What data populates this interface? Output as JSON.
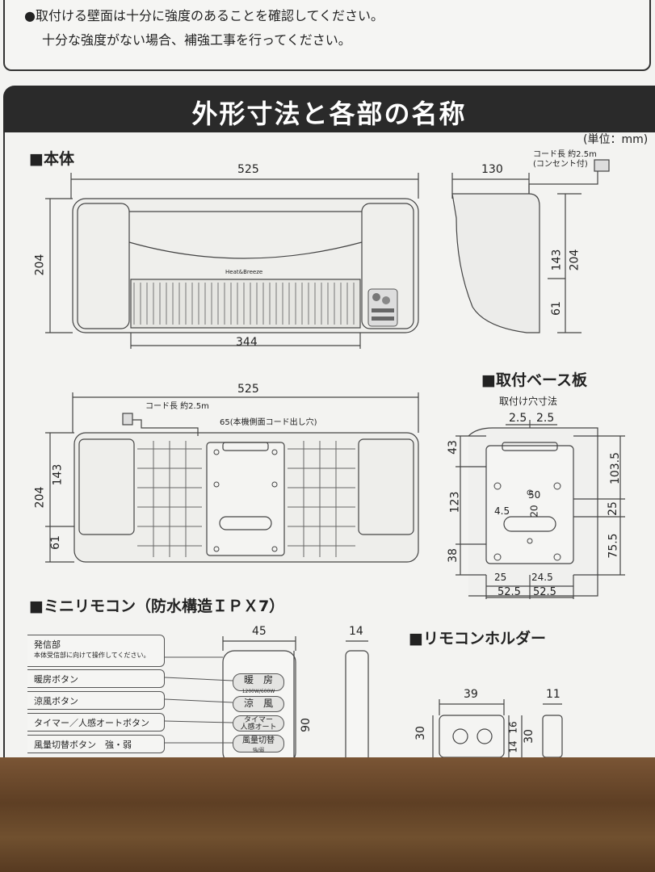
{
  "notice": {
    "line1": "●取付ける壁面は十分に強度のあることを確認してください。",
    "line2": "十分な強度がない場合、補強工事を行ってください。"
  },
  "banner": {
    "title": "外形寸法と各部の名称"
  },
  "unit": "(単位：mm)",
  "main_body": {
    "heading": "■本体",
    "width": "525",
    "height": "204",
    "grille_width": "344",
    "depth": "130",
    "side_upper": "143",
    "side_height": "204",
    "side_lower": "61",
    "cord": "コード長 約2.5m",
    "cord_note": "(コンセント付)",
    "brand": "Heat&Breeze"
  },
  "back_view": {
    "width": "525",
    "cord": "コード長 約2.5m",
    "outlet": "65(本機側面コード出し穴)",
    "upper": "143",
    "height": "204",
    "lower": "61"
  },
  "base_plate": {
    "heading": "■取付ベース板",
    "subheading": "取付け穴寸法",
    "top_left": "2.5",
    "top_right": "2.5",
    "left_top": "43",
    "left_mid": "123",
    "left_bottom": "38",
    "right_top": "103.5",
    "right_mid": "25",
    "right_bottom": "75.5",
    "inner_50": "50",
    "inner_20": "20",
    "inner_45": "4.5",
    "bottom_25": "25",
    "bottom_245": "24.5",
    "bottom_525a": "52.5",
    "bottom_525b": "52.5"
  },
  "remote": {
    "heading": "■ミニリモコン（防水構造ＩＰＸ7）",
    "width": "45",
    "depth": "14",
    "height": "90",
    "callouts": [
      {
        "label": "発信部",
        "sub": "本体受信部に向けて操作してください。"
      },
      {
        "label": "暖房ボタン"
      },
      {
        "label": "涼風ボタン"
      },
      {
        "label": "タイマー／人感オートボタン"
      },
      {
        "label": "風量切替ボタン　強・弱"
      }
    ],
    "buttons": [
      {
        "label": "暖　房",
        "sub": "1200W/600W"
      },
      {
        "label": "涼　風",
        "sub": ""
      },
      {
        "label": "タイマー",
        "sub": "人感オート"
      },
      {
        "label": "風量切替",
        "sub": "強/弱"
      }
    ]
  },
  "holder": {
    "heading": "■リモコンホルダー",
    "width": "39",
    "depth": "11",
    "height": "30",
    "side_height": "30",
    "d16": "16",
    "d14": "14"
  }
}
